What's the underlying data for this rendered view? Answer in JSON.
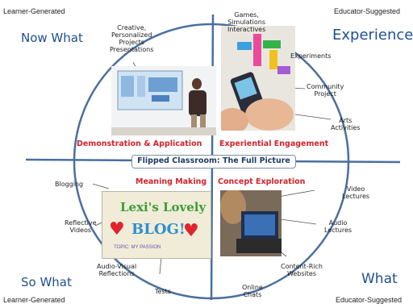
{
  "corners": {
    "top_left": "Learner-Generated",
    "top_right": "Educator-Suggested",
    "bottom_left": "Learner-Generated",
    "bottom_right": "Educator-Suggested"
  },
  "quadrants": {
    "now_what": "Now What",
    "experience": "Experience",
    "so_what": "So What",
    "what": "What"
  },
  "center_title": "Flipped Classroom: The Full Picture",
  "phases": {
    "demonstration": "Demonstration & Application",
    "experiential": "Experiential Engagement",
    "meaning": "Meaning Making",
    "concept": "Concept Exploration"
  },
  "labels": {
    "creative": "Creative,\nPersonalized\nProjects\nPresentations",
    "games": "Games,\nSimulations\nInteractives",
    "experiments": "Experiments",
    "community": "Community\nProject",
    "arts": "Arts\nActivities",
    "blogging": "Blogging",
    "reflective": "Reflective\nVideos",
    "audiovisual": "Audio-Visual\nReflections",
    "tests": "Tests",
    "video": "Video\nLectures",
    "audio": "Audio\nLectures",
    "content": "Content-Rich\nWebsites",
    "online": "Online\nChats"
  },
  "blog_sign": {
    "line1": "Lexi's Lovely",
    "line2": "BLOG!",
    "line3": "TOPIC: MY PASSION"
  },
  "colors": {
    "axis": "#4a6f9e",
    "quadrant_title": "#1f4f8f",
    "phase_text": "#d2232a"
  }
}
